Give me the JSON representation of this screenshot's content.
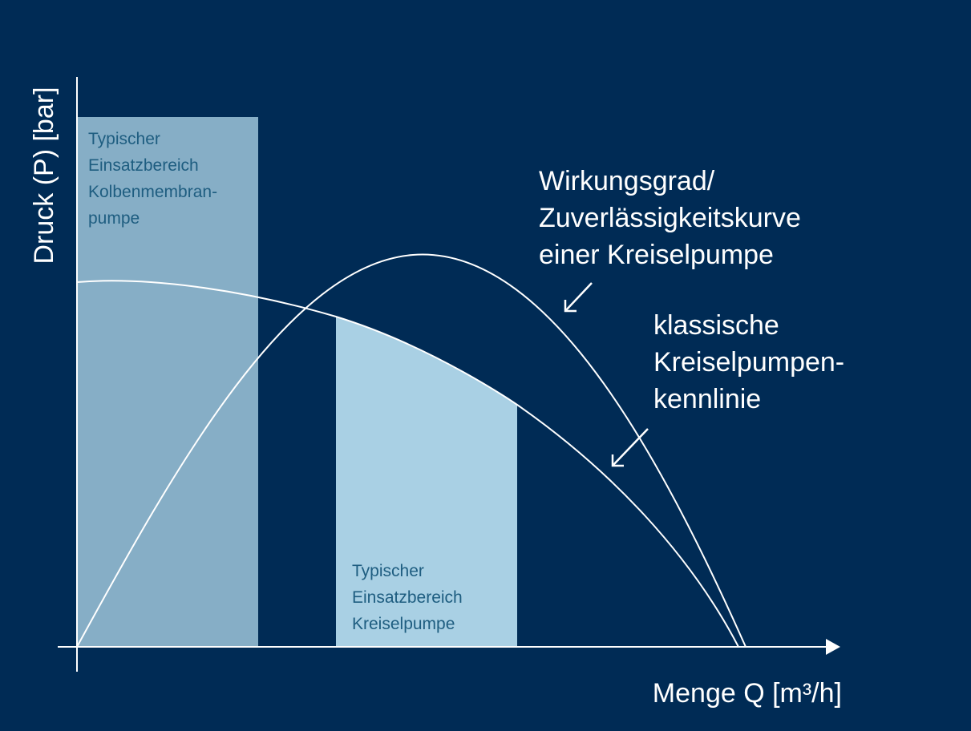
{
  "colors": {
    "background": "#002b55",
    "line": "#ffffff",
    "region_piston": "#86aec6",
    "region_centrifugal": "#a9d0e4",
    "region_text": "#1e5d80",
    "label_text": "#ffffff"
  },
  "axes": {
    "y_label": "Druck (P) [bar]",
    "x_label": "Menge Q [m³/h]"
  },
  "regions": {
    "piston": {
      "lines": [
        "Typischer",
        "Einsatzbereich",
        "Kolbenmembran-",
        "pumpe"
      ]
    },
    "centrifugal": {
      "lines": [
        "Typischer",
        "Einsatzbereich",
        "Kreiselpumpe"
      ]
    }
  },
  "curves": {
    "efficiency": {
      "lines": [
        "Wirkungsgrad/",
        "Zuverlässigkeitskurve",
        "einer Kreiselpumpe"
      ]
    },
    "characteristic": {
      "lines": [
        "klassische",
        "Kreiselpumpen-",
        "kennlinie"
      ]
    }
  }
}
